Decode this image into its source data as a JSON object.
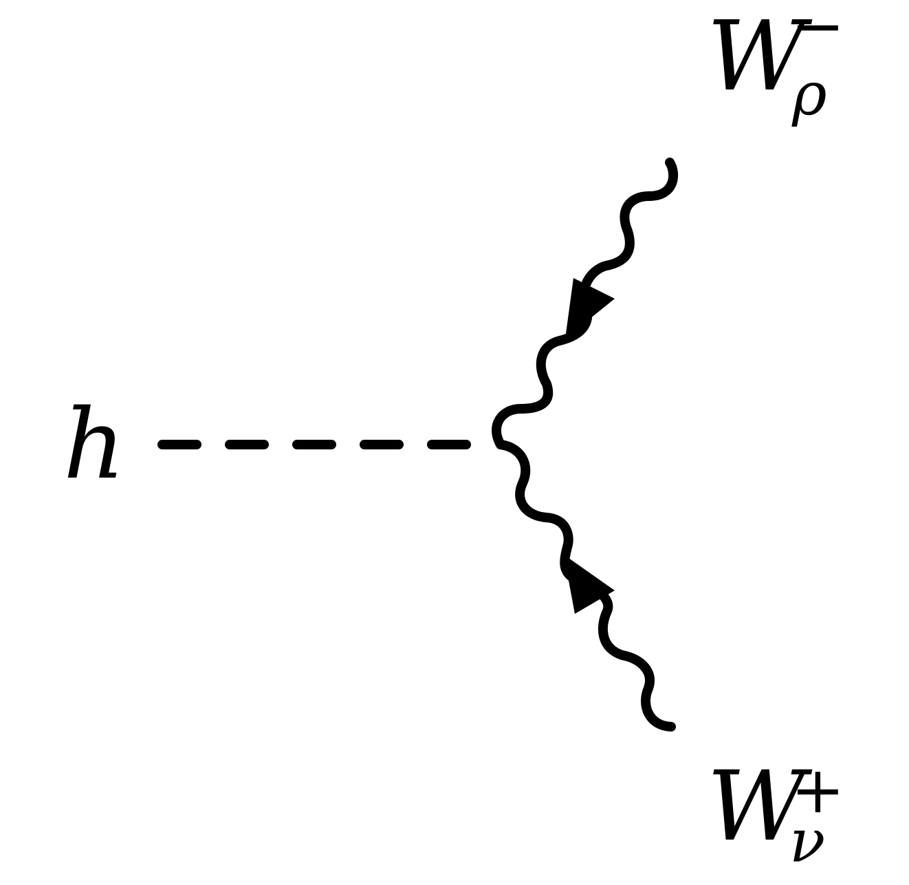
{
  "diagram": {
    "higgs": {
      "symbol": "h",
      "line_style": "dashed"
    },
    "w_minus": {
      "symbol": "W",
      "subscript": "ρ",
      "superscript": "−",
      "line_style": "wavy"
    },
    "w_plus": {
      "symbol": "W",
      "subscript": "ν",
      "superscript": "+",
      "line_style": "wavy"
    },
    "colors": {
      "line": "#000000",
      "background": "#ffffff"
    }
  }
}
